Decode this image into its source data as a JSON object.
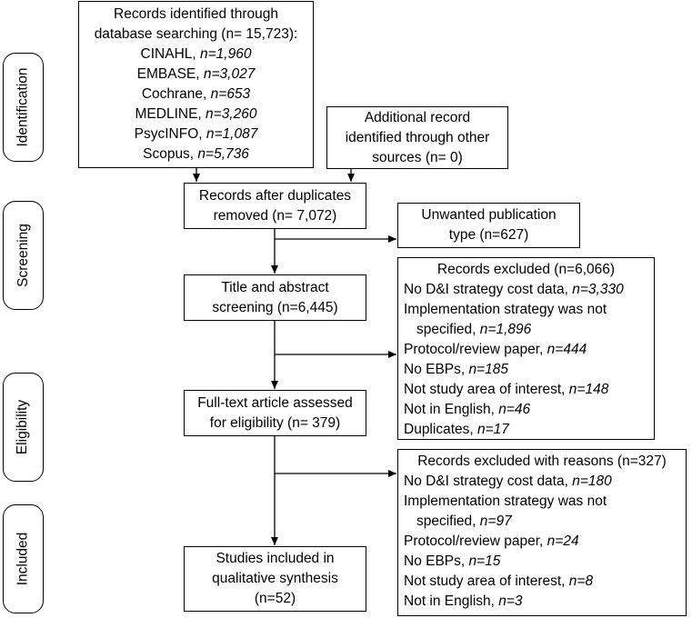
{
  "stages": {
    "identification": "Identification",
    "screening": "Screening",
    "eligibility": "Eligibility",
    "included": "Included"
  },
  "identified": {
    "lines": [
      "Records identified through",
      "database searching (n= 15,723):"
    ],
    "sources": [
      {
        "name": "CINAHL, ",
        "n": "n=1,960"
      },
      {
        "name": "EMBASE, ",
        "n": "n=3,027"
      },
      {
        "name": "Cochrane, ",
        "n": "n=653"
      },
      {
        "name": "MEDLINE, ",
        "n": "n=3,260"
      },
      {
        "name": "PsycINFO, ",
        "n": "n=1,087"
      },
      {
        "name": "Scopus, ",
        "n": "n=5,736"
      }
    ]
  },
  "additional": {
    "lines": [
      "Additional record",
      "identified through other",
      "sources (n= 0)"
    ]
  },
  "duplicates": {
    "lines": [
      "Records after duplicates",
      "removed (n= 7,072)"
    ]
  },
  "unwanted": {
    "lines": [
      "Unwanted publication",
      "type (n=627)"
    ]
  },
  "screening": {
    "lines": [
      "Title and abstract",
      "screening (n=6,445)"
    ]
  },
  "excluded1": {
    "title": "Records excluded (n=6,066)",
    "items": [
      {
        "text": "No D&I strategy cost data, ",
        "n": "n=3,330"
      },
      {
        "text": "Implementation strategy was not",
        "n": ""
      },
      {
        "text": "specified, ",
        "n": "n=1,896",
        "indent": true
      },
      {
        "text": "Protocol/review paper, ",
        "n": "n=444"
      },
      {
        "text": "No EBPs, ",
        "n": "n=185"
      },
      {
        "text": "Not study area of interest, ",
        "n": "n=148"
      },
      {
        "text": "Not in English, ",
        "n": "n=46"
      },
      {
        "text": "Duplicates, ",
        "n": "n=17"
      }
    ]
  },
  "fulltext": {
    "lines": [
      "Full-text article assessed",
      "for eligibility (n= 379)"
    ]
  },
  "excluded2": {
    "title": "Records excluded with reasons (n=327)",
    "items": [
      {
        "text": "No D&I strategy cost data, ",
        "n": "n=180"
      },
      {
        "text": "Implementation strategy was not",
        "n": ""
      },
      {
        "text": "specified, ",
        "n": "n=97",
        "indent": true
      },
      {
        "text": "Protocol/review paper, ",
        "n": "n=24"
      },
      {
        "text": "No EBPs, ",
        "n": "n=15"
      },
      {
        "text": "Not study area of interest, ",
        "n": "n=8"
      },
      {
        "text": "Not in English, ",
        "n": "n=3"
      }
    ]
  },
  "included": {
    "lines": [
      "Studies included in",
      "qualitative synthesis",
      "(n=52)"
    ]
  }
}
